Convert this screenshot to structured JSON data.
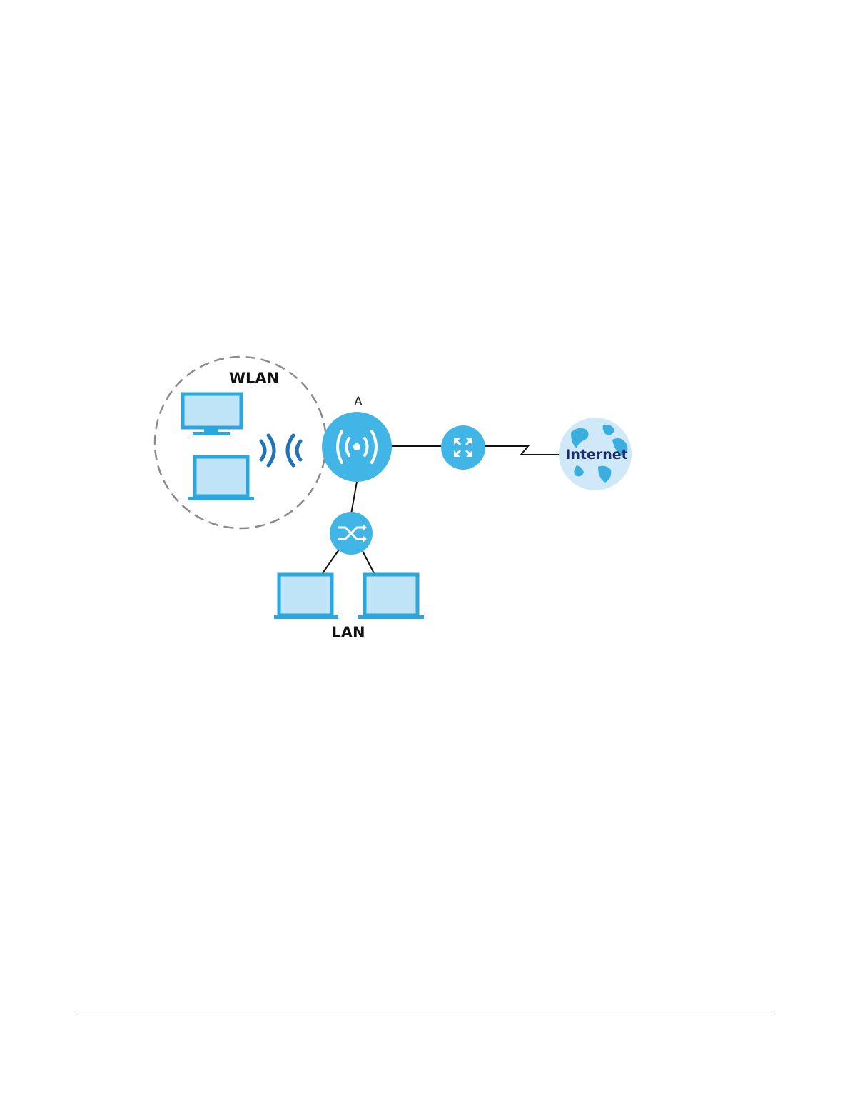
{
  "diagram": {
    "labels": {
      "wlan": "WLAN",
      "access_point": "A",
      "internet": "Internet",
      "lan": "LAN"
    },
    "icons": {
      "access_point": "wifi-access-point-icon",
      "router": "router-icon",
      "switch": "switch-icon",
      "internet": "globe-icon",
      "wireless_signal": "wireless-signal-icon",
      "wlan_desktop": "desktop-monitor-icon",
      "wlan_laptop": "laptop-icon",
      "lan_laptops": [
        "laptop-icon",
        "laptop-icon"
      ]
    },
    "colors": {
      "node_blue": "#41b6e6",
      "device_fill": "#bfe3f7",
      "device_stroke": "#2aa7df",
      "signal_blue": "#1f73b7",
      "globe_fill": "#cfe9f8",
      "globe_land": "#3aaee0",
      "internet_text": "#1a2d6e",
      "boundary_gray": "#8a8a8a"
    }
  }
}
